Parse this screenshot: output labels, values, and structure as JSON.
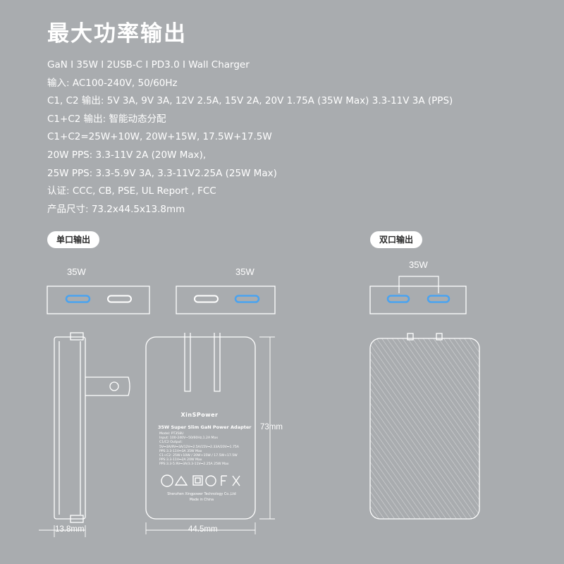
{
  "title": "最大功率输出",
  "specs": [
    "GaN I 35W I 2USB-C I PD3.0 I Wall Charger",
    "输入: AC100-240V, 50/60Hz",
    "C1, C2 输出: 5V 3A, 9V 3A, 12V 2.5A, 15V 2A, 20V 1.75A (35W Max) 3.3-11V 3A (PPS)",
    "C1+C2 输出: 智能动态分配",
    "C1+C2=25W+10W, 20W+15W, 17.5W+17.5W",
    "20W PPS: 3.3-11V 2A (20W Max),",
    "25W PPS: 3.3-5.9V 3A, 3.3-11V2.25A (25W Max)",
    "认证: CCC, CB, PSE, UL Report , FCC",
    "产品尺寸: 73.2x44.5x13.8mm"
  ],
  "sections": {
    "single": "单口输出",
    "dual": "双口输出"
  },
  "port_labels": {
    "single_left": "35W",
    "single_right": "35W",
    "dual": "35W"
  },
  "dimensions": {
    "thickness": "13.8mm",
    "width": "44.5mm",
    "height": "73mm"
  },
  "label": {
    "brand": "XinSPower",
    "product": "35W Super Slim GaN Power Adapter",
    "lines": [
      "Model: PT358U",
      "Input: 100-240V~50/60Hz,1.2A Max",
      "C1/C2 Output:",
      "5V⎓3A/9V⎓3A/12V⎓2.5A/15V⎓2.33A/20V⎓1.75A",
      "PPS:3.3-11V⎓3A  35W Max",
      "C1+C2: 25W+10W / 20W+15W / 17.5W+17.5W",
      "PPS:3.3-11V⎓2A  20W Max",
      "PPS:3.3-5.9V⎓3A/3.3-11V⎓2.25A  25W Max"
    ],
    "manufacturer": "Shenzhen Xingpower Technology Co.,Ltd",
    "origin": "Made in China"
  },
  "colors": {
    "background": "#a9acaf",
    "port_active": "#4aa3f0",
    "line": "#ffffff"
  }
}
